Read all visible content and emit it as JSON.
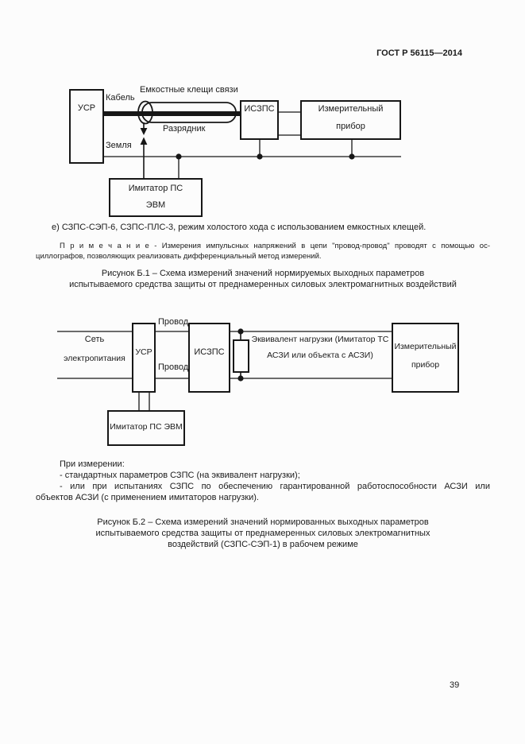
{
  "header": {
    "doc_number": "ГОСТ Р 56115—2014"
  },
  "footer": {
    "page_number": "39"
  },
  "figure_b1": {
    "boxes": {
      "usr": "УСР",
      "iszps": "ИСЗПС",
      "meter": [
        "Измерительный",
        "прибор"
      ],
      "imitator": [
        "Имитатор ПС",
        "ЭВМ"
      ]
    },
    "labels": {
      "cable": "Кабель",
      "clamp": "Емкостные клещи связи",
      "arrester": "Разрядник",
      "ground": "Земля"
    },
    "item_e": "е) СЗПС-СЭП-6, СЗПС-ПЛС-3, режим холостого хода с использованием емкостных клещей.",
    "note": [
      "П р и м е ч а н и е  - Измерения импульсных напряжений в цепи \"провод-провод\" проводят с помощью ос-",
      "циллографов, позволяющих реализовать дифференциальный метод измерений."
    ],
    "caption": [
      "Рисунок Б.1 – Схема измерений значений нормируемых выходных параметров",
      "испытываемого средства защиты от преднамеренных силовых электромагнитных воздействий"
    ]
  },
  "figure_b2": {
    "boxes": {
      "usr": "УСР",
      "iszps": "ИСЗПС",
      "meter": [
        "Измерительный",
        "прибор"
      ],
      "imitator": "Имитатор ПС ЭВМ"
    },
    "labels": {
      "mains": [
        "Сеть",
        "электропитания"
      ],
      "wire_top": "Провод",
      "wire_bottom": "Провод",
      "load": [
        "Эквивалент нагрузки (Имитатор ТС",
        "АСЗИ или объекта с АСЗИ)"
      ]
    },
    "text": [
      "При измерении:",
      "- стандартных параметров СЗПС (на эквивалент нагрузки);",
      "- или при испытаниях СЗПС по обеспечению гарантированной работоспособности АСЗИ или",
      "объектов АСЗИ (с применением имитаторов нагрузки)."
    ],
    "caption": [
      "Рисунок Б.2 – Схема измерений значений нормированных выходных параметров",
      "испытываемого средства защиты от преднамеренных силовых электромагнитных",
      "воздействий (СЗПС-СЭП-1) в рабочем режиме"
    ]
  }
}
